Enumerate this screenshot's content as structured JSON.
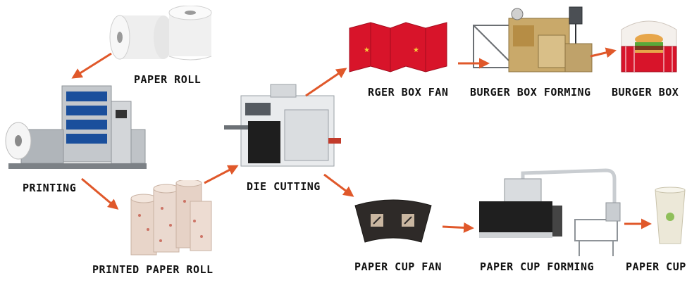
{
  "title": "",
  "colors": {
    "arrow": "#e0582a",
    "burger_box_red": "#d8142a",
    "machine_gray": "#b9bdc2",
    "machine_panel": "#2a2a2a",
    "paper": "#f4f4f4",
    "printed_roll": "#ead9cf",
    "cup_fan": "#2e2a28"
  },
  "nodes": {
    "paper_roll": {
      "label": "PAPER ROLL",
      "icon": "paper-roll-icon"
    },
    "printing": {
      "label": "PRINTING",
      "icon": "printing-machine-icon"
    },
    "printed_paper_roll": {
      "label": "PRINTED PAPER ROLL",
      "icon": "printed-roll-icon"
    },
    "die_cutting": {
      "label": "DIE CUTTING",
      "icon": "die-cutting-machine-icon"
    },
    "burger_box_fan": {
      "label": "RGER BOX FAN",
      "icon": "burger-box-fan-icon"
    },
    "burger_box_forming": {
      "label": "BURGER BOX FORMING",
      "icon": "box-forming-machine-icon"
    },
    "burger_box": {
      "label": "BURGER BOX",
      "icon": "burger-box-icon"
    },
    "paper_cup_fan": {
      "label": "PAPER CUP FAN",
      "icon": "cup-fan-icon"
    },
    "paper_cup_forming": {
      "label": "PAPER CUP FORMING",
      "icon": "cup-forming-machine-icon"
    },
    "paper_cup": {
      "label": "PAPER CUP",
      "icon": "paper-cup-icon"
    }
  },
  "edges": [
    {
      "from": "paper_roll",
      "to": "printing"
    },
    {
      "from": "printing",
      "to": "printed_paper_roll"
    },
    {
      "from": "printed_paper_roll",
      "to": "die_cutting"
    },
    {
      "from": "die_cutting",
      "to": "burger_box_fan"
    },
    {
      "from": "burger_box_fan",
      "to": "burger_box_forming"
    },
    {
      "from": "burger_box_forming",
      "to": "burger_box"
    },
    {
      "from": "die_cutting",
      "to": "paper_cup_fan"
    },
    {
      "from": "paper_cup_fan",
      "to": "paper_cup_forming"
    },
    {
      "from": "paper_cup_forming",
      "to": "paper_cup"
    }
  ]
}
